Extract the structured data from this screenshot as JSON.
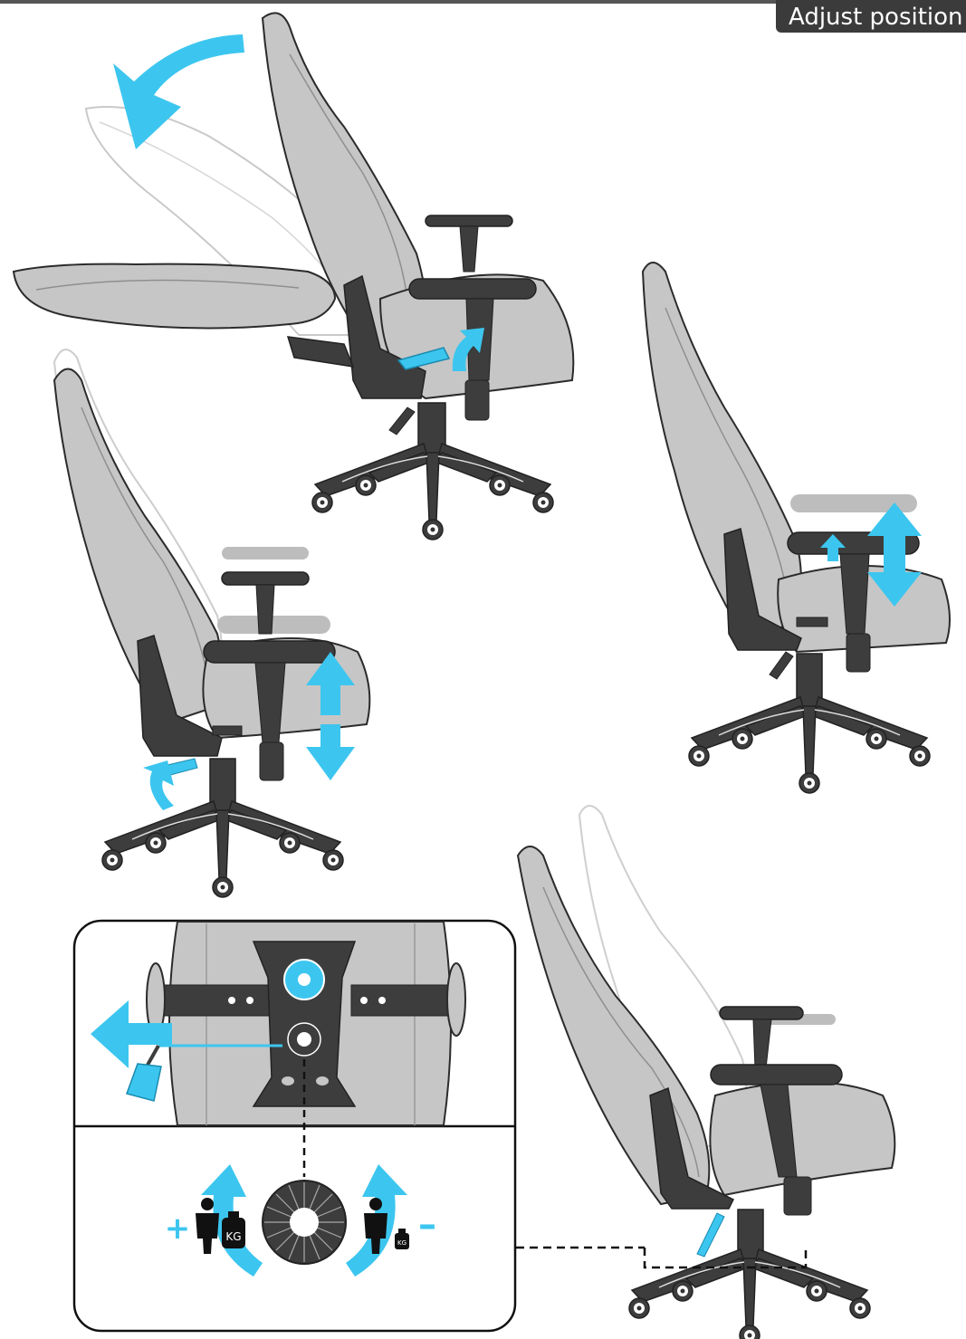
{
  "header": {
    "title": "Adjust position"
  },
  "inset": {
    "plus_label": "+",
    "minus_label": "–",
    "weight_label": "KG",
    "weight_label_small": "KG"
  },
  "colors": {
    "accent": "#3cc6ef",
    "seat_gray": "#c8c8c8",
    "frame_dark": "#3d3d3d",
    "outline": "#2b2b2b"
  },
  "icons": [
    "recline-arrow-icon",
    "up-down-arrow-icon",
    "lever-arrow-icon",
    "left-arrow-icon",
    "person-icon",
    "weight-icon",
    "tension-knob-icon"
  ]
}
